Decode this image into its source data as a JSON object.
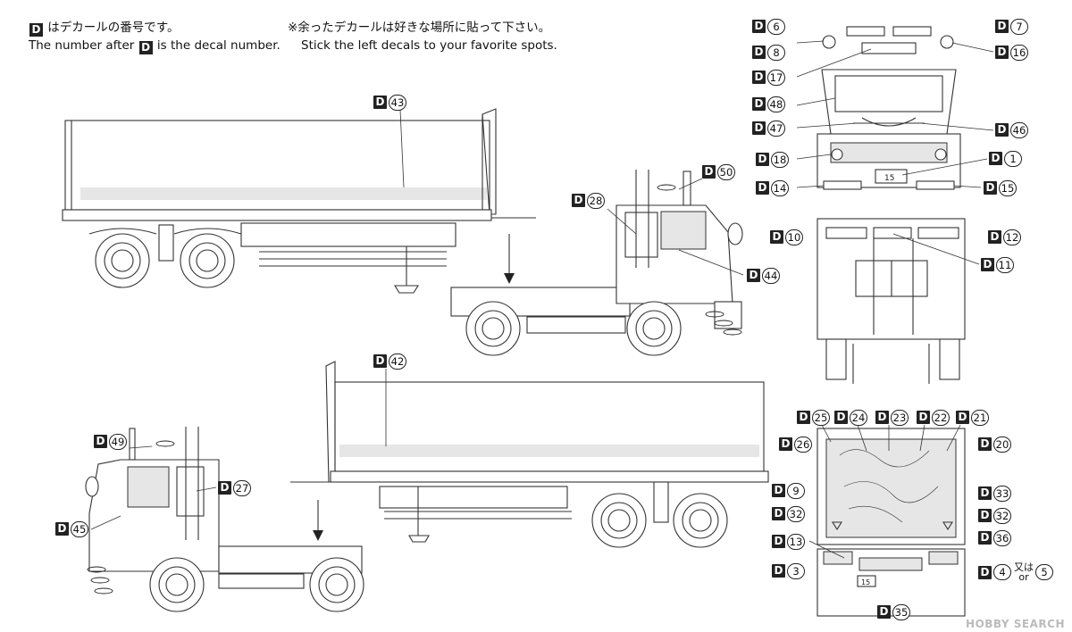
{
  "header": {
    "jp_left_prefix": "D",
    "jp_left_text": "はデカールの番号です。",
    "en_left_pre": "The number after",
    "en_left_d": "D",
    "en_left_post": "is the decal number.",
    "jp_right": "※余ったデカールは好きな場所に貼って下さい。",
    "en_right": "Stick the left decals to your favorite spots."
  },
  "decal_prefix": "D",
  "callouts": {
    "c43": "43",
    "c50": "50",
    "c28": "28",
    "c44": "44",
    "c42": "42",
    "c49": "49",
    "c27": "27",
    "c45": "45",
    "c6": "6",
    "c7": "7",
    "c8": "8",
    "c16": "16",
    "c17": "17",
    "c48": "48",
    "c47": "47",
    "c46": "46",
    "c18": "18",
    "c1": "1",
    "c14": "14",
    "c15": "15",
    "c10": "10",
    "c12": "12",
    "c11": "11",
    "c25": "25",
    "c24": "24",
    "c23": "23",
    "c22": "22",
    "c21": "21",
    "c26": "26",
    "c20": "20",
    "c9": "9",
    "c33": "33",
    "c32a": "32",
    "c32b": "32",
    "c36": "36",
    "c13": "13",
    "c3": "3",
    "c4": "4",
    "c5": "5",
    "c35": "35",
    "alt_jp": "又は",
    "alt_en": "or"
  },
  "plates": {
    "front_plate": "15",
    "rear_plate": "15"
  },
  "watermark": "HOBBY SEARCH"
}
